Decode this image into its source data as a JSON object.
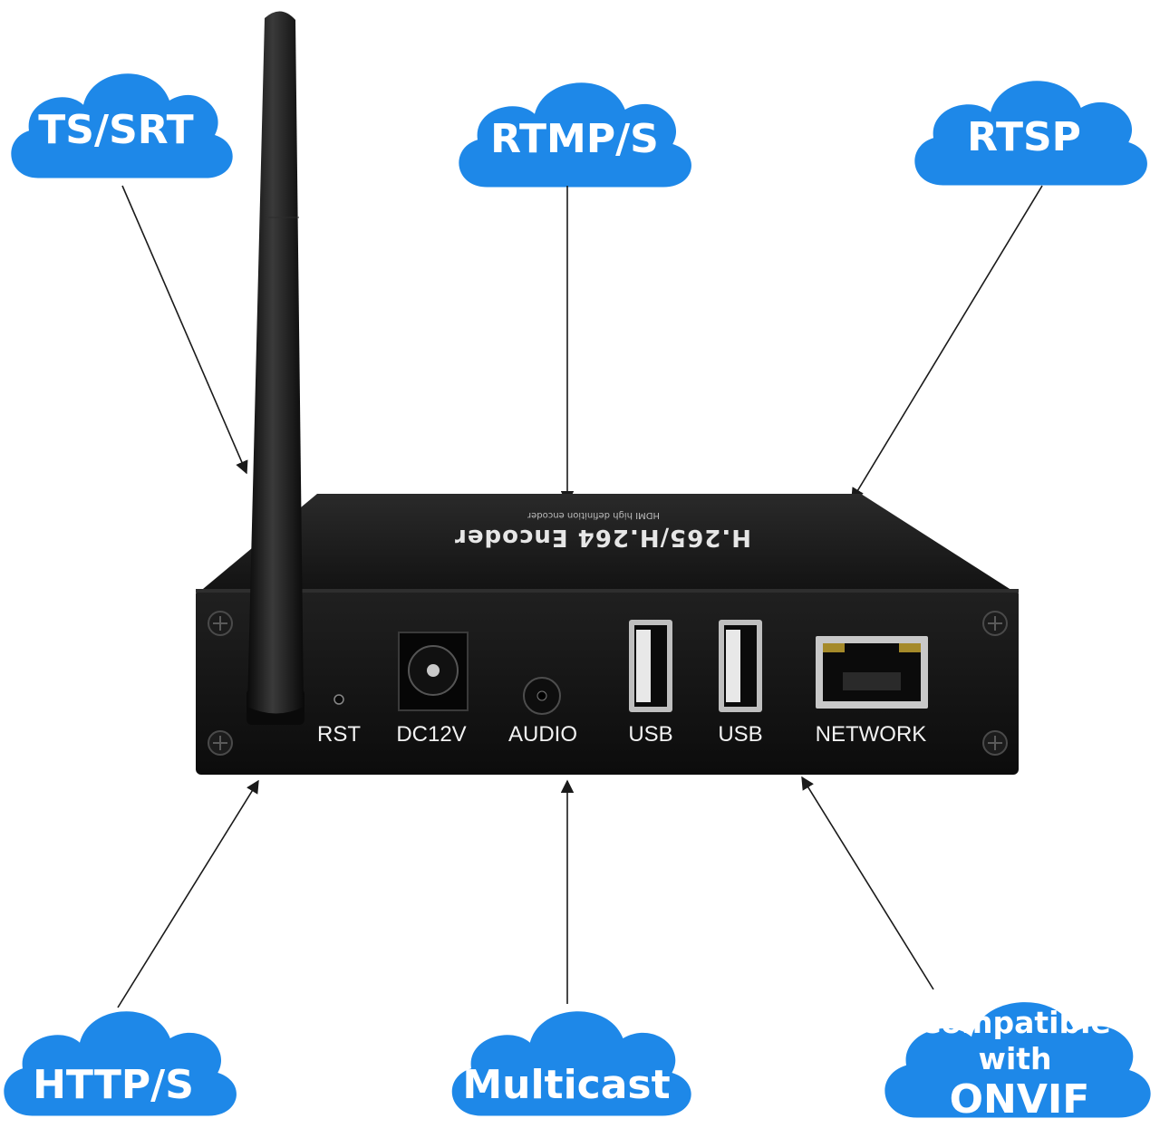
{
  "clouds": {
    "ts_srt": "TS/SRT",
    "rtmp_s": "RTMP/S",
    "rtsp": "RTSP",
    "http_s": "HTTP/S",
    "multicast": "Multicast",
    "onvif_line1": "Compatible",
    "onvif_line2": "with",
    "onvif_line3": "ONVIF"
  },
  "device": {
    "lid_title": "H.265/H.264 Encoder",
    "lid_subtitle": "HDMI high definition encoder",
    "ports": {
      "rst": "RST",
      "dc": "DC12V",
      "audio": "AUDIO",
      "usb1": "USB",
      "usb2": "USB",
      "network": "NETWORK"
    }
  },
  "colors": {
    "cloud": "#1e88e8",
    "device": "#141414",
    "arrow": "#1a1a1a"
  }
}
